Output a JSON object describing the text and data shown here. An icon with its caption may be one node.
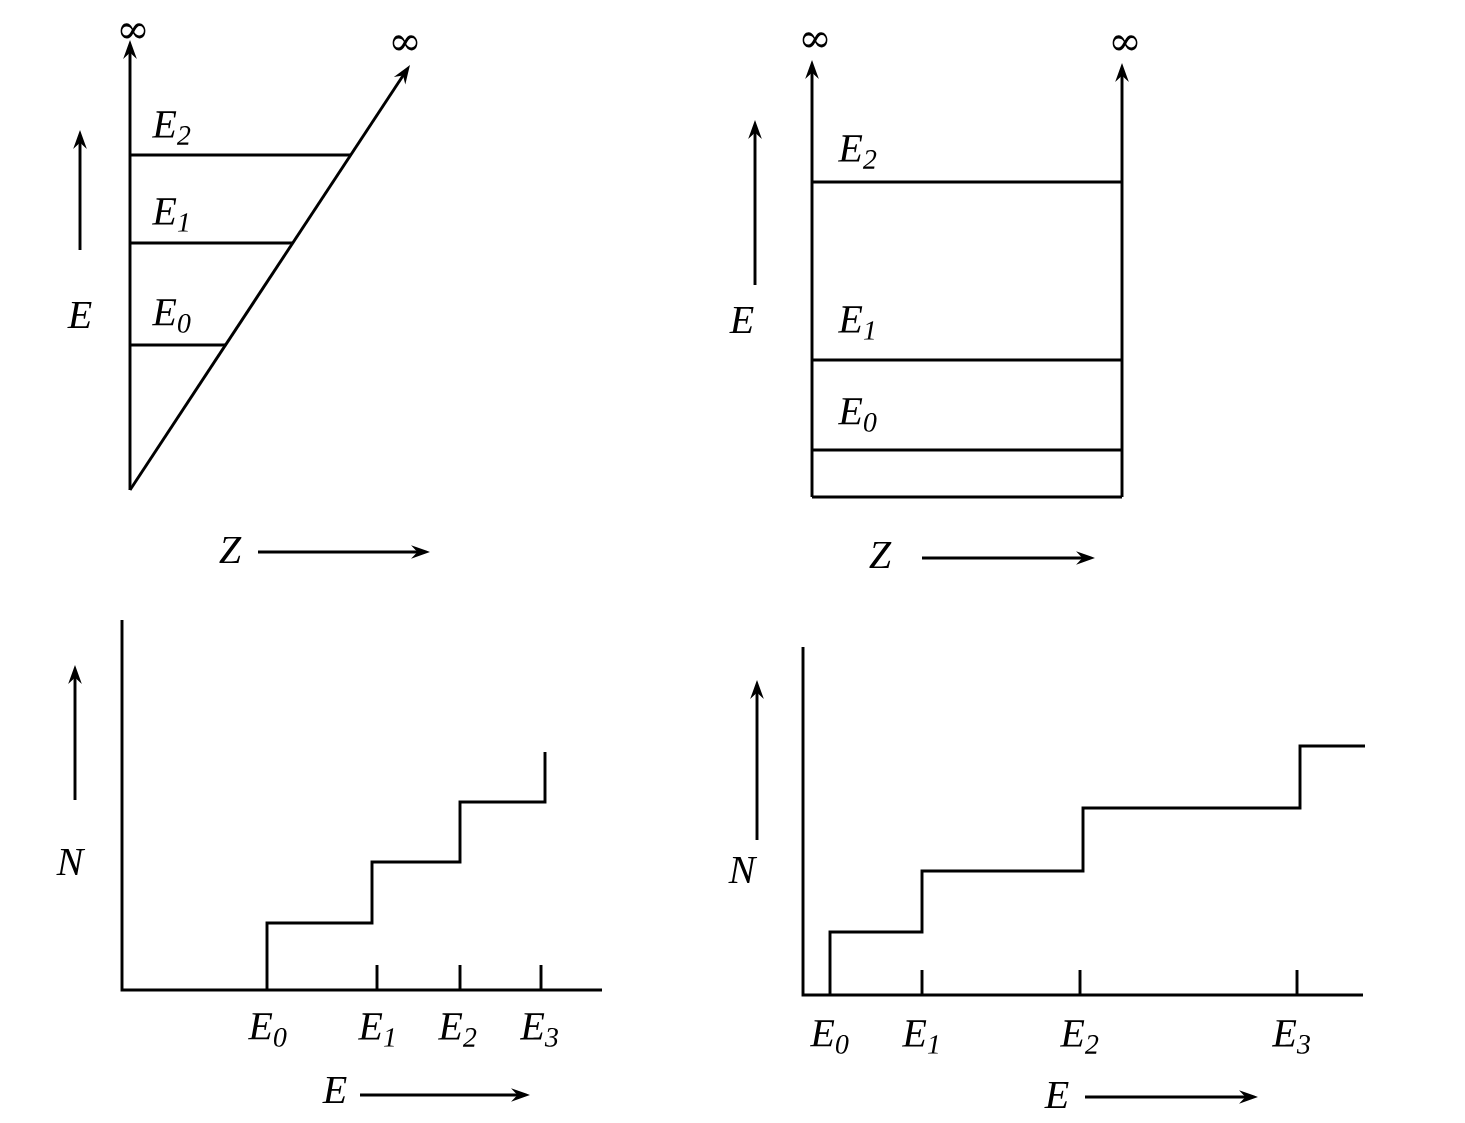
{
  "diagram": {
    "labels": [
      "∞",
      "∞",
      "E$_{2}$",
      "E$_{1}$",
      "E",
      "E$_{0}$",
      "Z",
      "∞",
      "∞",
      "E$_{2}$",
      "E",
      "E$_{1}$",
      "E$_{0}$",
      "Z",
      "N",
      "E$_{0}$",
      "E$_{1}$",
      "E$_{2}$",
      "E$_{3}$",
      "E",
      "N",
      "E$_{0}$",
      "E$_{1}$",
      "E$_{2}$",
      "E$_{3}$",
      "E"
    ]
  }
}
